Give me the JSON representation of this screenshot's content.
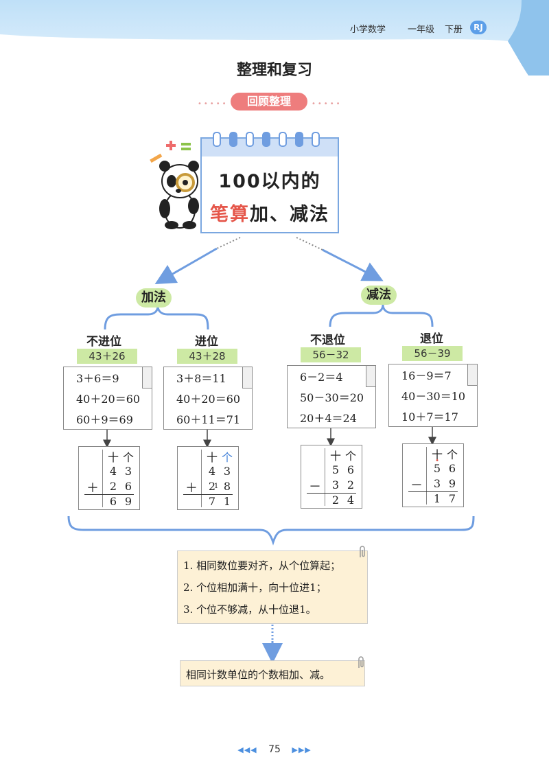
{
  "header": {
    "subject": "小学数学",
    "grade": "一年级",
    "volume": "下册",
    "badge": "RJ"
  },
  "page_title": "整理和复习",
  "section_pill": "回顾整理",
  "topic": {
    "line1": "100以内的",
    "highlight": "笔算",
    "rest": "加、减法"
  },
  "branches": [
    {
      "label": "加法"
    },
    {
      "label": "减法"
    }
  ],
  "cases": [
    {
      "label": "不进位",
      "example": "43＋26",
      "steps": [
        "3＋6＝9",
        "40＋20＝60",
        "60＋9＝69"
      ],
      "vertical": {
        "header": "十 个",
        "top": [
          "4",
          "3"
        ],
        "op": "＋",
        "bottom": [
          "2",
          "6"
        ],
        "result": [
          "6",
          "9"
        ],
        "mark": ""
      }
    },
    {
      "label": "进位",
      "example": "43＋28",
      "steps": [
        "3＋8＝11",
        "40＋20＝60",
        "60＋11＝71"
      ],
      "vertical": {
        "header": "十 个",
        "top": [
          "4",
          "3"
        ],
        "op": "＋",
        "bottom": [
          "2",
          "8"
        ],
        "result": [
          "7",
          "1"
        ],
        "mark": "1"
      }
    },
    {
      "label": "不退位",
      "example": "56－32",
      "steps": [
        "6－2＝4",
        "50－30＝20",
        "20＋4＝24"
      ],
      "vertical": {
        "header": "十 个",
        "top": [
          "5",
          "6"
        ],
        "op": "－",
        "bottom": [
          "3",
          "2"
        ],
        "result": [
          "2",
          "4"
        ],
        "mark": ""
      }
    },
    {
      "label": "退位",
      "example": "56－39",
      "steps": [
        "16－9＝7",
        "40－30＝10",
        "10＋7＝17"
      ],
      "vertical": {
        "header": "十 个",
        "top": [
          "5",
          "6"
        ],
        "op": "－",
        "bottom": [
          "3",
          "9"
        ],
        "result": [
          "1",
          "7"
        ],
        "mark": "·"
      }
    }
  ],
  "summary": [
    "1. 相同数位要对齐，从个位算起；",
    "2. 个位相加满十，向十位进1；",
    "3. 个位不够减，从十位退1。"
  ],
  "conclusion": "相同计数单位的个数相加、减。",
  "footer": {
    "page": "75"
  },
  "colors": {
    "accent_blue": "#5b9ee8",
    "pill_red": "#ee7d7d",
    "green": "#cde9a4",
    "note_yellow": "#fdf1d6",
    "highlight_red": "#e5564a"
  }
}
